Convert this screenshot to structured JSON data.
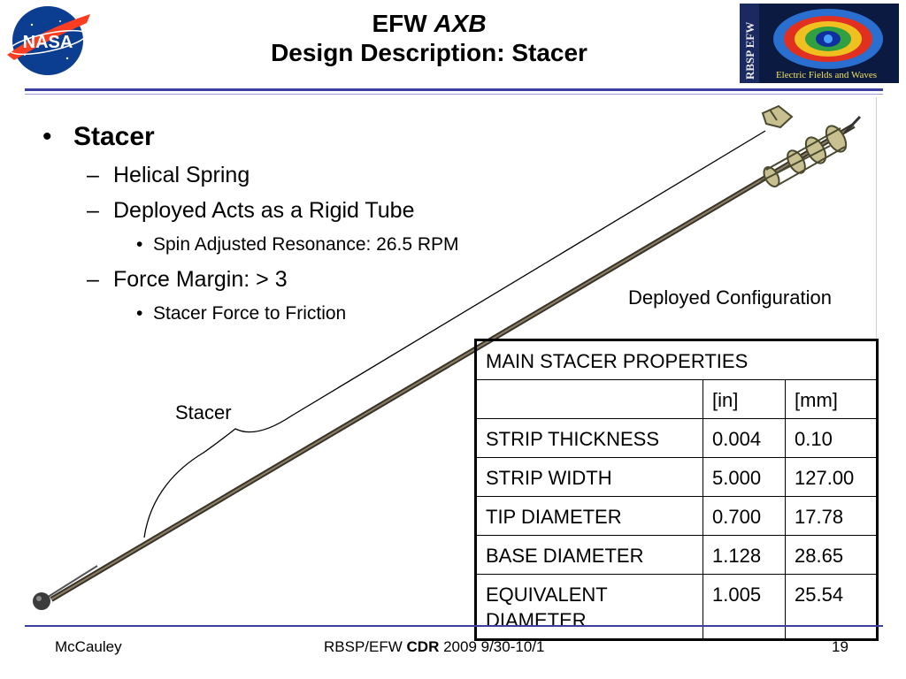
{
  "header": {
    "title_line1_plain": "EFW ",
    "title_line1_italic": "AXB",
    "title_line2": "Design Description: Stacer",
    "nasa_logo_text": "NASA",
    "rbsp_logo_side_text": "RBSP EFW",
    "rbsp_logo_caption": "Electric Fields and Waves"
  },
  "bullets": {
    "l1": "Stacer",
    "l2_a": "Helical Spring",
    "l2_b": "Deployed Acts as a Rigid Tube",
    "l3_a": "Spin Adjusted Resonance: 26.5 RPM",
    "l2_c": "Force Margin: > 3",
    "l3_b": "Stacer Force to Friction"
  },
  "diagram": {
    "deployed_label": "Deployed Configuration",
    "stacer_label": "Stacer"
  },
  "table": {
    "title": "MAIN STACER PROPERTIES",
    "units_in": "[in]",
    "units_mm": "[mm]",
    "rows": [
      {
        "name": "STRIP THICKNESS",
        "in": "0.004",
        "mm": "0.10"
      },
      {
        "name": "STRIP WIDTH",
        "in": "5.000",
        "mm": "127.00"
      },
      {
        "name": "TIP DIAMETER",
        "in": "0.700",
        "mm": "17.78"
      },
      {
        "name": "BASE DIAMETER",
        "in": "1.128",
        "mm": "28.65"
      },
      {
        "name": "EQUIVALENT DIAMETER",
        "in": "1.005",
        "mm": "25.54"
      }
    ]
  },
  "footer": {
    "author": "McCauley",
    "center_pre": "RBSP/EFW ",
    "center_bold": "CDR",
    "center_post": " 2009 9/30-10/1",
    "page": "19"
  },
  "colors": {
    "rule": "#3b3fa0",
    "boom": "#4a4336",
    "nasa_blue": "#0b3d91",
    "nasa_red": "#fc3d21"
  }
}
